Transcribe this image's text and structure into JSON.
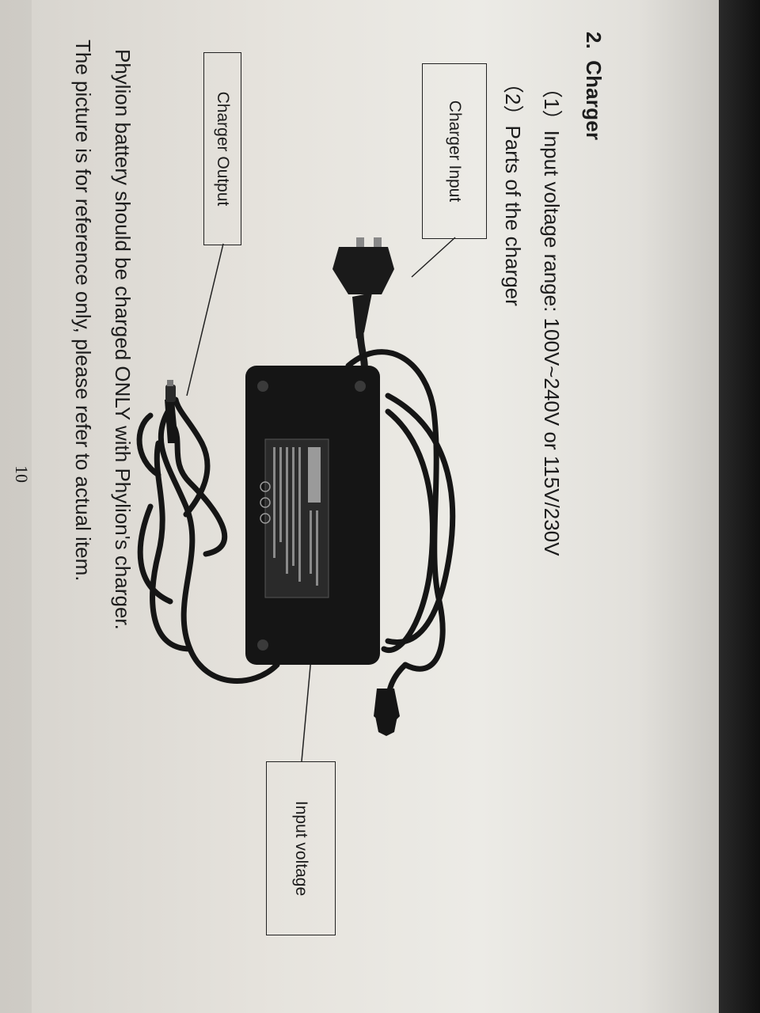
{
  "section": {
    "number": "2.",
    "title": "Charger"
  },
  "specs": {
    "voltage_line": "（1）Input voltage range:  100V~240V  or 115V/230V",
    "parts_line": "（2）Parts of the charger"
  },
  "callouts": {
    "charger_input": "Charger Input",
    "charger_output": "Charger Output",
    "input_voltage": "Input voltage"
  },
  "notes": {
    "line_1": "Phylion battery should be charged ONLY with Phylion's charger.",
    "line_2": "The picture is for reference only, please refer to actual item."
  },
  "page_number": "10",
  "colors": {
    "text": "#1c1c1c",
    "charger_body": "#151515",
    "paper": "#e6e3dd"
  }
}
